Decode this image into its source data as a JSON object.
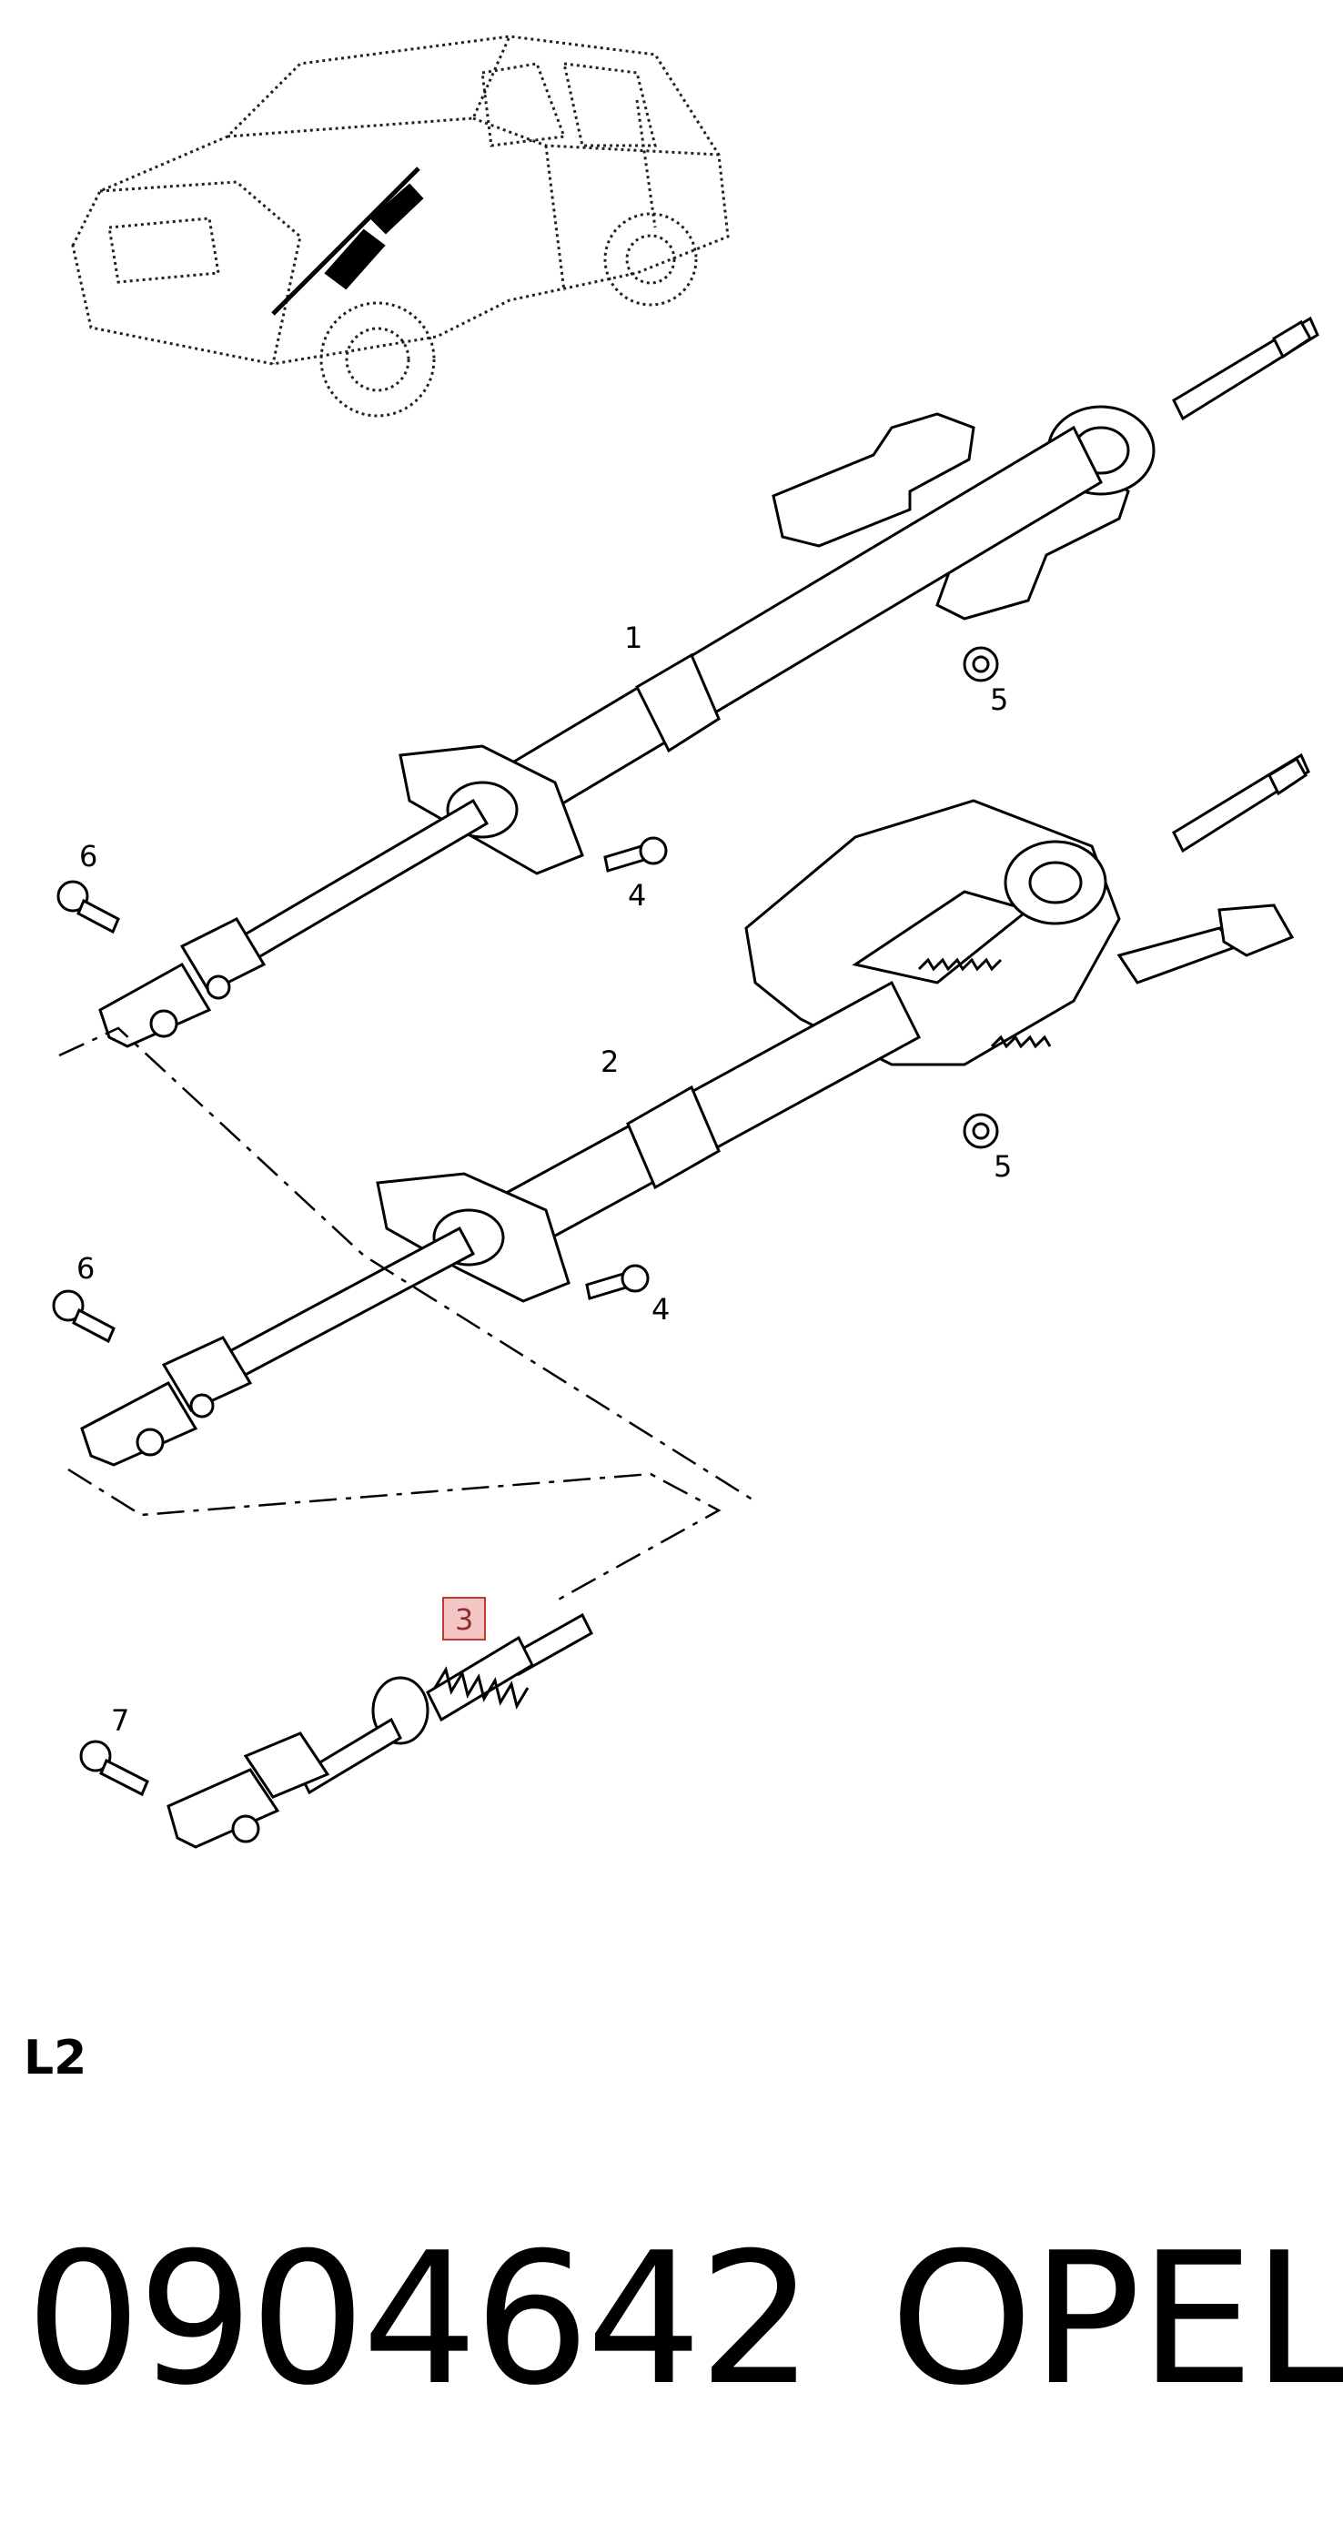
{
  "diagram": {
    "callouts": {
      "c1": "1",
      "c2": "2",
      "c3": "3",
      "c4a": "4",
      "c4b": "4",
      "c5a": "5",
      "c5b": "5",
      "c6a": "6",
      "c6b": "6",
      "c7": "7"
    },
    "highlighted_callout": "3",
    "highlight_color": "#f5c6c6"
  },
  "footer": {
    "section_code": "L2",
    "part_number": "0904642",
    "brand": "OPEL"
  }
}
